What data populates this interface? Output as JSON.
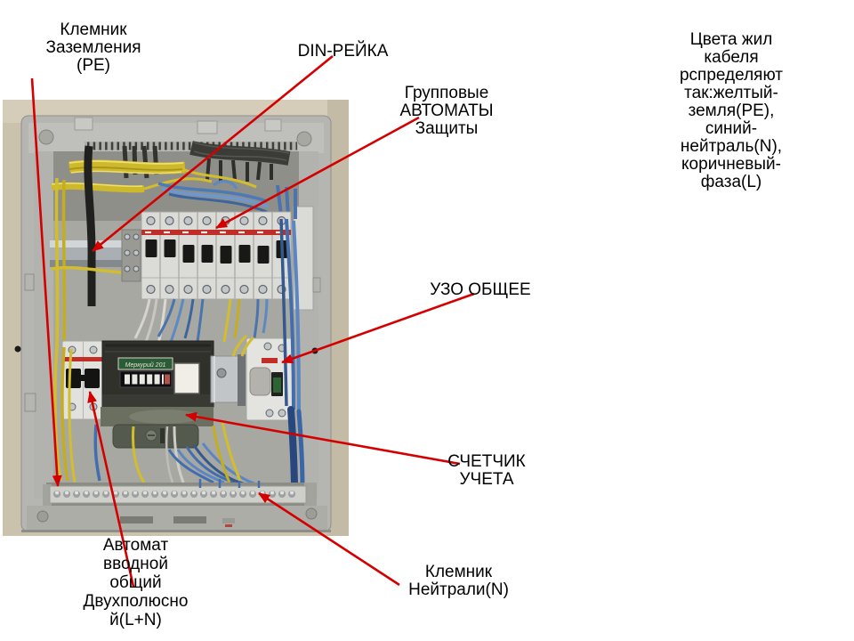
{
  "slide": {
    "background_color": "#ffffff",
    "text_color": "#000000",
    "arrow_color": "#d40000"
  },
  "labels": {
    "pe_terminal": "Клемник\nЗаземления\n(PE)",
    "din_rail": "DIN-РЕЙКА",
    "group_breakers": "Групповые\nАВТОМАТЫ\nЗащиты",
    "cable_colors": "Цвета жил\nкабеля\nрспределяют\nтак:желтый-\nземля(PE),\nсиний-\nнейтраль(N),\nкоричневый-\nфаза(L)",
    "rcd": "УЗО ОБЩЕЕ",
    "meter": "СЧЕТЧИК\nУЧЕТА",
    "neutral_terminal": "Клемник\nНейтрали(N)",
    "main_breaker": "Автомат\nвводной\nобщий\nДвухполюсно\nй(L+N)"
  },
  "photo": {
    "meter_brand": "Меркурий 201",
    "colors": {
      "wall": "#cbc2ae",
      "panel": "#b5b5b1",
      "breaker_stripe": "#bf2f27",
      "wire_yellow": "#d2be2c",
      "wire_blue": "#4b74ae",
      "meter_label_green": "#2b5c3a"
    }
  }
}
